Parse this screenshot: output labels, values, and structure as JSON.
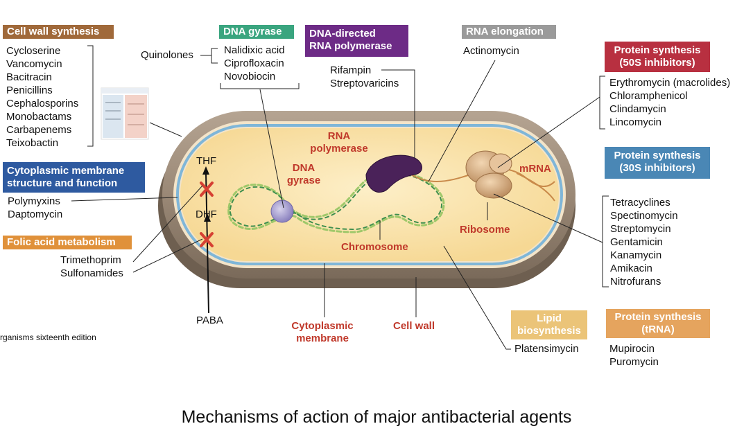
{
  "caption": "Mechanisms of action of major antibacterial agents",
  "source_text": "rganisms sixteenth edition",
  "colors": {
    "cell_wall_synthesis": "#a0693a",
    "dna_gyrase": "#3aa57f",
    "dna_directed_rna_polymerase": "#6d2b86",
    "rna_elongation": "#9a9a9a",
    "protein_50s": "#b83040",
    "protein_30s": "#4a87b5",
    "cytoplasmic_membrane": "#2e5aa0",
    "folic_acid": "#e0913a",
    "lipid": "#ebc478",
    "trna": "#e5a45e",
    "structure_label": "#c0392b"
  },
  "groups": {
    "cell_wall_synthesis": {
      "title": "Cell wall synthesis",
      "drugs": [
        "Cycloserine",
        "Vancomycin",
        "Bacitracin",
        "Penicillins",
        "Cephalosporins",
        "Monobactams",
        "Carbapenems",
        "Teixobactin"
      ]
    },
    "dna_gyrase": {
      "title": "DNA gyrase",
      "class_label": "Quinolones",
      "drugs": [
        "Nalidixic acid",
        "Ciprofloxacin",
        "Novobiocin"
      ]
    },
    "dna_directed_rna_polymerase": {
      "title_line1": "DNA-directed",
      "title_line2": "RNA polymerase",
      "drugs": [
        "Rifampin",
        "Streptovaricins"
      ]
    },
    "rna_elongation": {
      "title": "RNA elongation",
      "drugs": [
        "Actinomycin"
      ]
    },
    "protein_50s": {
      "title_line1": "Protein synthesis",
      "title_line2": "(50S inhibitors)",
      "drugs": [
        "Erythromycin (macrolides)",
        "Chloramphenicol",
        "Clindamycin",
        "Lincomycin"
      ]
    },
    "protein_30s": {
      "title_line1": "Protein synthesis",
      "title_line2": "(30S inhibitors)",
      "drugs": [
        "Tetracyclines",
        "Spectinomycin",
        "Streptomycin",
        "Gentamicin",
        "Kanamycin",
        "Amikacin",
        "Nitrofurans"
      ]
    },
    "cytoplasmic_membrane": {
      "title_line1": "Cytoplasmic membrane",
      "title_line2": "structure and function",
      "drugs": [
        "Polymyxins",
        "Daptomycin"
      ]
    },
    "folic_acid": {
      "title": "Folic acid metabolism",
      "drugs": [
        "Trimethoprim",
        "Sulfonamides"
      ]
    },
    "lipid": {
      "title_line1": "Lipid",
      "title_line2": "biosynthesis",
      "drugs": [
        "Platensimycin"
      ]
    },
    "trna": {
      "title_line1": "Protein synthesis",
      "title_line2": "(tRNA)",
      "drugs": [
        "Mupirocin",
        "Puromycin"
      ]
    }
  },
  "pathway": {
    "thf": "THF",
    "dhf": "DHF",
    "paba": "PABA"
  },
  "structures": {
    "rna_polymerase_line1": "RNA",
    "rna_polymerase_line2": "polymerase",
    "dna_gyrase_line1": "DNA",
    "dna_gyrase_line2": "gyrase",
    "chromosome": "Chromosome",
    "ribosome": "Ribosome",
    "mrna": "mRNA",
    "cytoplasmic_membrane_line1": "Cytoplasmic",
    "cytoplasmic_membrane_line2": "membrane",
    "cell_wall": "Cell wall"
  }
}
